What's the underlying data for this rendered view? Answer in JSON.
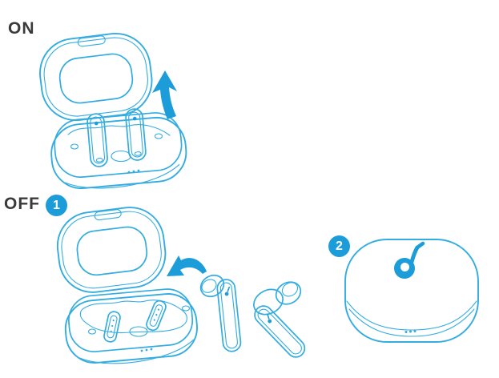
{
  "diagram": {
    "colors": {
      "line": "#33ACE1",
      "accent": "#1C9DD9",
      "text": "#3A3A3A",
      "background": "#FFFFFF"
    },
    "on": {
      "label": "ON",
      "illustration": "open-charging-case-with-earbuds",
      "arrow_icon": "up-arrow-icon"
    },
    "off": {
      "label": "OFF",
      "step": "1",
      "illustration": "open-charging-case-empty",
      "arrow_icon": "curved-arrow-icon",
      "earbuds_illustration": "earbuds-pair-removed"
    },
    "closed": {
      "step": "2",
      "illustration": "closed-charging-case",
      "logo_icon": "soundcore-logo-icon",
      "led_icon": "three-led-dots"
    }
  }
}
